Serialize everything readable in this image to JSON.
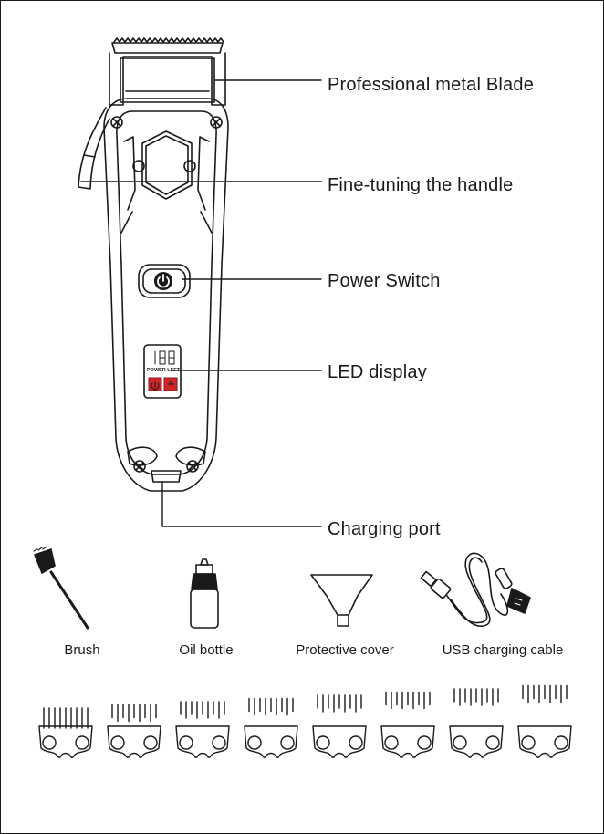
{
  "callouts": {
    "blade": "Professional metal Blade",
    "handle": "Fine-tuning the handle",
    "power": "Power Switch",
    "led": "LED display",
    "charging": "Charging port"
  },
  "display": {
    "digits": "188",
    "caption": "POWER LEFT"
  },
  "accessories": {
    "brush": "Brush",
    "oil": "Oil bottle",
    "cover": "Protective cover",
    "cable": "USB charging cable"
  },
  "guide_combs": {
    "count": 8
  },
  "colors": {
    "line": "#1a1a1a",
    "led_red": "#d0262b"
  }
}
